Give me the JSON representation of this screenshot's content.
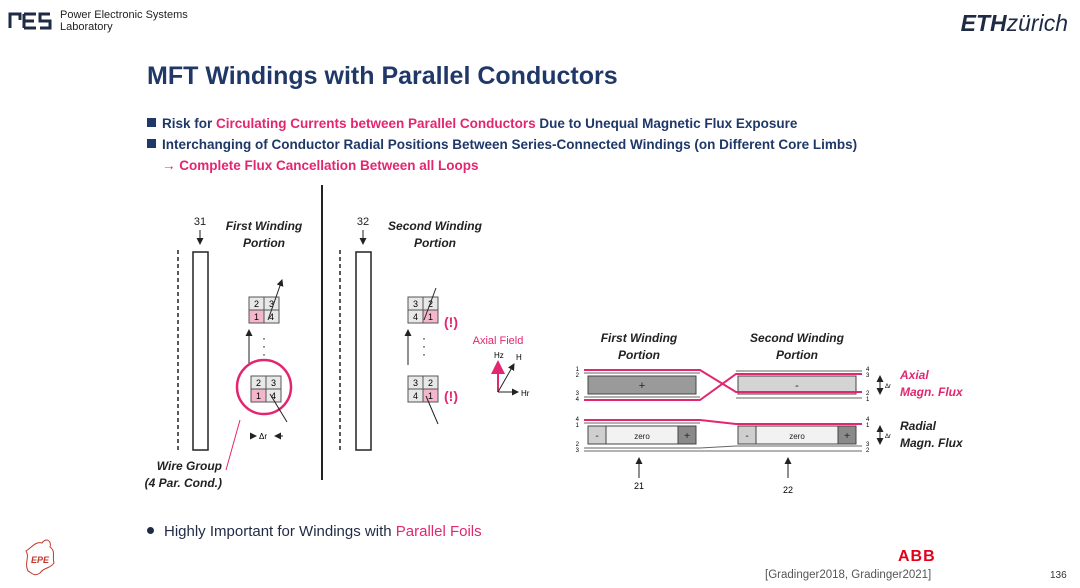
{
  "header": {
    "lab_logo": "PES",
    "lab_name_line1": "Power Electronic Systems",
    "lab_name_line2": "Laboratory",
    "eth_bold": "ETH",
    "eth_rest": "zürich"
  },
  "title": "MFT Windings with Parallel Conductors",
  "bullets": {
    "b1_a": "Risk for ",
    "b1_highlight": "Circulating Currents between Parallel Conductors",
    "b1_b": " Due to Unequal Magnetic Flux Exposure",
    "b2": "Interchanging of Conductor Radial Positions Between Series-Connected Windings (on Different Core Limbs)",
    "b3": "→ Complete Flux Cancellation Between all Loops"
  },
  "left_diagram": {
    "ref_31": "31",
    "ref_32": "32",
    "first_winding_l1": "First Winding",
    "first_winding_l2": "Portion",
    "second_winding_l1": "Second Winding",
    "second_winding_l2": "Portion",
    "wire_group_l1": "Wire Group",
    "wire_group_l2": "(4 Par. Cond.)",
    "delta_r": "Δr",
    "warn": "(!)",
    "cells_first": [
      "2",
      "3",
      "1",
      "4"
    ],
    "cells_second": [
      "3",
      "2",
      "4",
      "1"
    ],
    "axial_field": "Axial Field",
    "h": "H",
    "hz": "Hz",
    "hr": "Hr"
  },
  "right_diagram": {
    "first_winding_l1": "First Winding",
    "first_winding_l2": "Portion",
    "second_winding_l1": "Second Winding",
    "second_winding_l2": "Portion",
    "plus": "+",
    "minus": "-",
    "zero": "zero",
    "axial_l1": "Axial",
    "axial_l2": "Magn. Flux",
    "radial_l1": "Radial",
    "radial_l2": "Magn. Flux",
    "ref_21": "21",
    "ref_22": "22",
    "delta_r": "Δr",
    "left_nums": [
      "1",
      "2",
      "3",
      "4"
    ],
    "right_nums": [
      "4",
      "3",
      "2",
      "1"
    ]
  },
  "bottom": {
    "text_a": "Highly Important for Windings with ",
    "text_highlight": "Parallel Foils"
  },
  "footer": {
    "abb": "ABB",
    "citation": "[Gradinger2018, Gradinger2021]",
    "page": "136",
    "eu_logo": "EPE"
  },
  "colors": {
    "accent_pink": "#e2266f",
    "title_blue": "#1f3868",
    "abb_red": "#e2001a"
  }
}
